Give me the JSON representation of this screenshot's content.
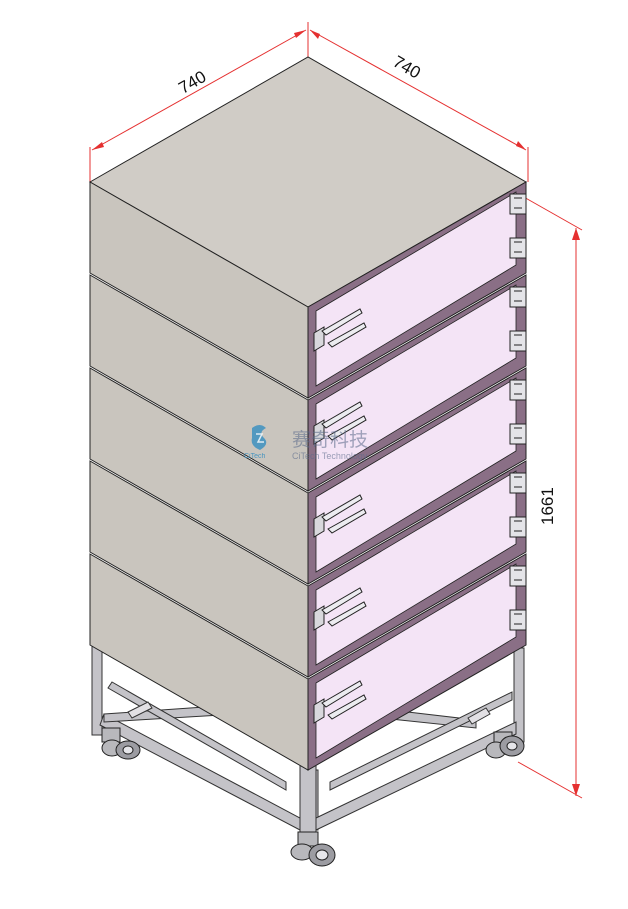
{
  "dimensions": {
    "depth": "740",
    "width": "740",
    "height": "1661"
  },
  "watermark": {
    "logo_text": "CiTech",
    "title": "赛奇科技",
    "subtitle": "CiTech Technology"
  },
  "colors": {
    "side_panel": "#c9c5be",
    "top_panel": "#d0ccc6",
    "door_frame": "#8a6f86",
    "door_panel": "#f4e4f6",
    "stand_frame": "#c4c3c8",
    "dimension_line": "#e53030",
    "outline": "#222222"
  },
  "drawer_count": 5
}
